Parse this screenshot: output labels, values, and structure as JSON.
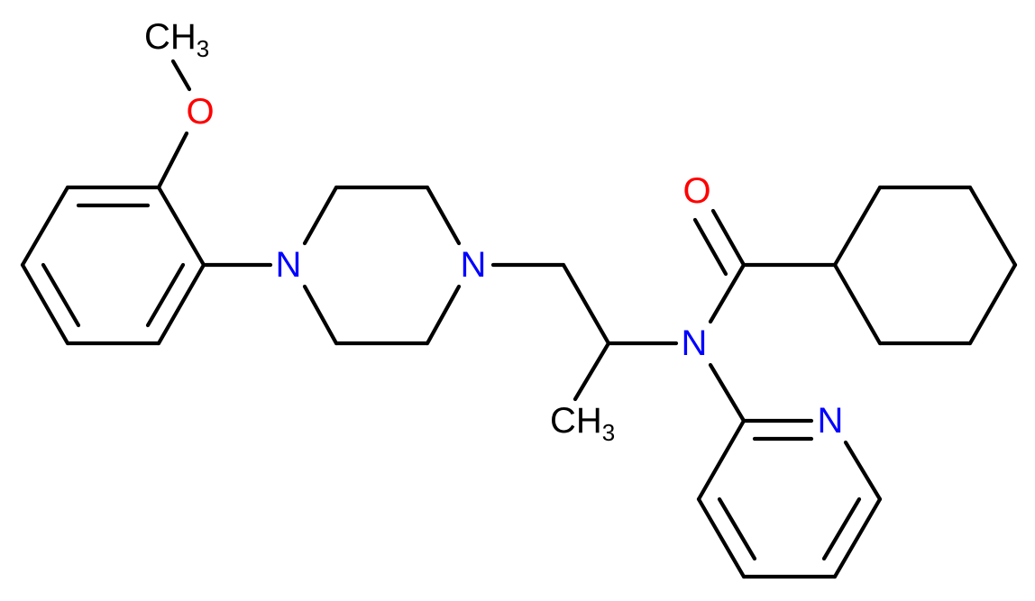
{
  "colors": {
    "bond": "#000000",
    "carbon_label": "#000000",
    "nitrogen": "#0000ff",
    "oxygen": "#ff0000"
  },
  "labels": {
    "methoxy_ch3_main": "CH",
    "methoxy_ch3_sub": "3",
    "methoxy_o": "O",
    "piperazine_n_left": "N",
    "piperazine_n_right": "N",
    "carbonyl_o": "O",
    "amide_n": "N",
    "propyl_ch3_main": "CH",
    "propyl_ch3_sub": "3",
    "pyridine_n": "N"
  }
}
